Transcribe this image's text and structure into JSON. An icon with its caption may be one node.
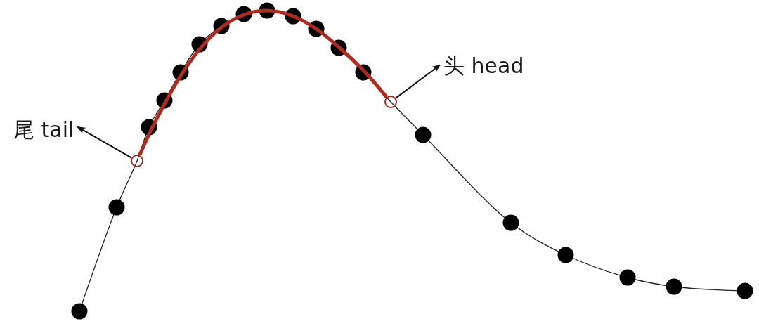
{
  "diagram": {
    "nodes": [
      {
        "text": [
          "尾 tail"
        ]
      },
      {
        "text": [],
        "shape": "circle"
      },
      {
        "text": [],
        "shape": "circle"
      },
      {
        "text": [
          "头 head"
        ]
      }
    ],
    "edges": [
      {
        "from": 1,
        "to": 2,
        "arrow": "none",
        "style": "thick",
        "color": "#b22a1e"
      },
      {
        "from": 1,
        "to": 0,
        "arrow": "to"
      },
      {
        "from": 2,
        "to": 3,
        "arrow": "to"
      }
    ]
  }
}
